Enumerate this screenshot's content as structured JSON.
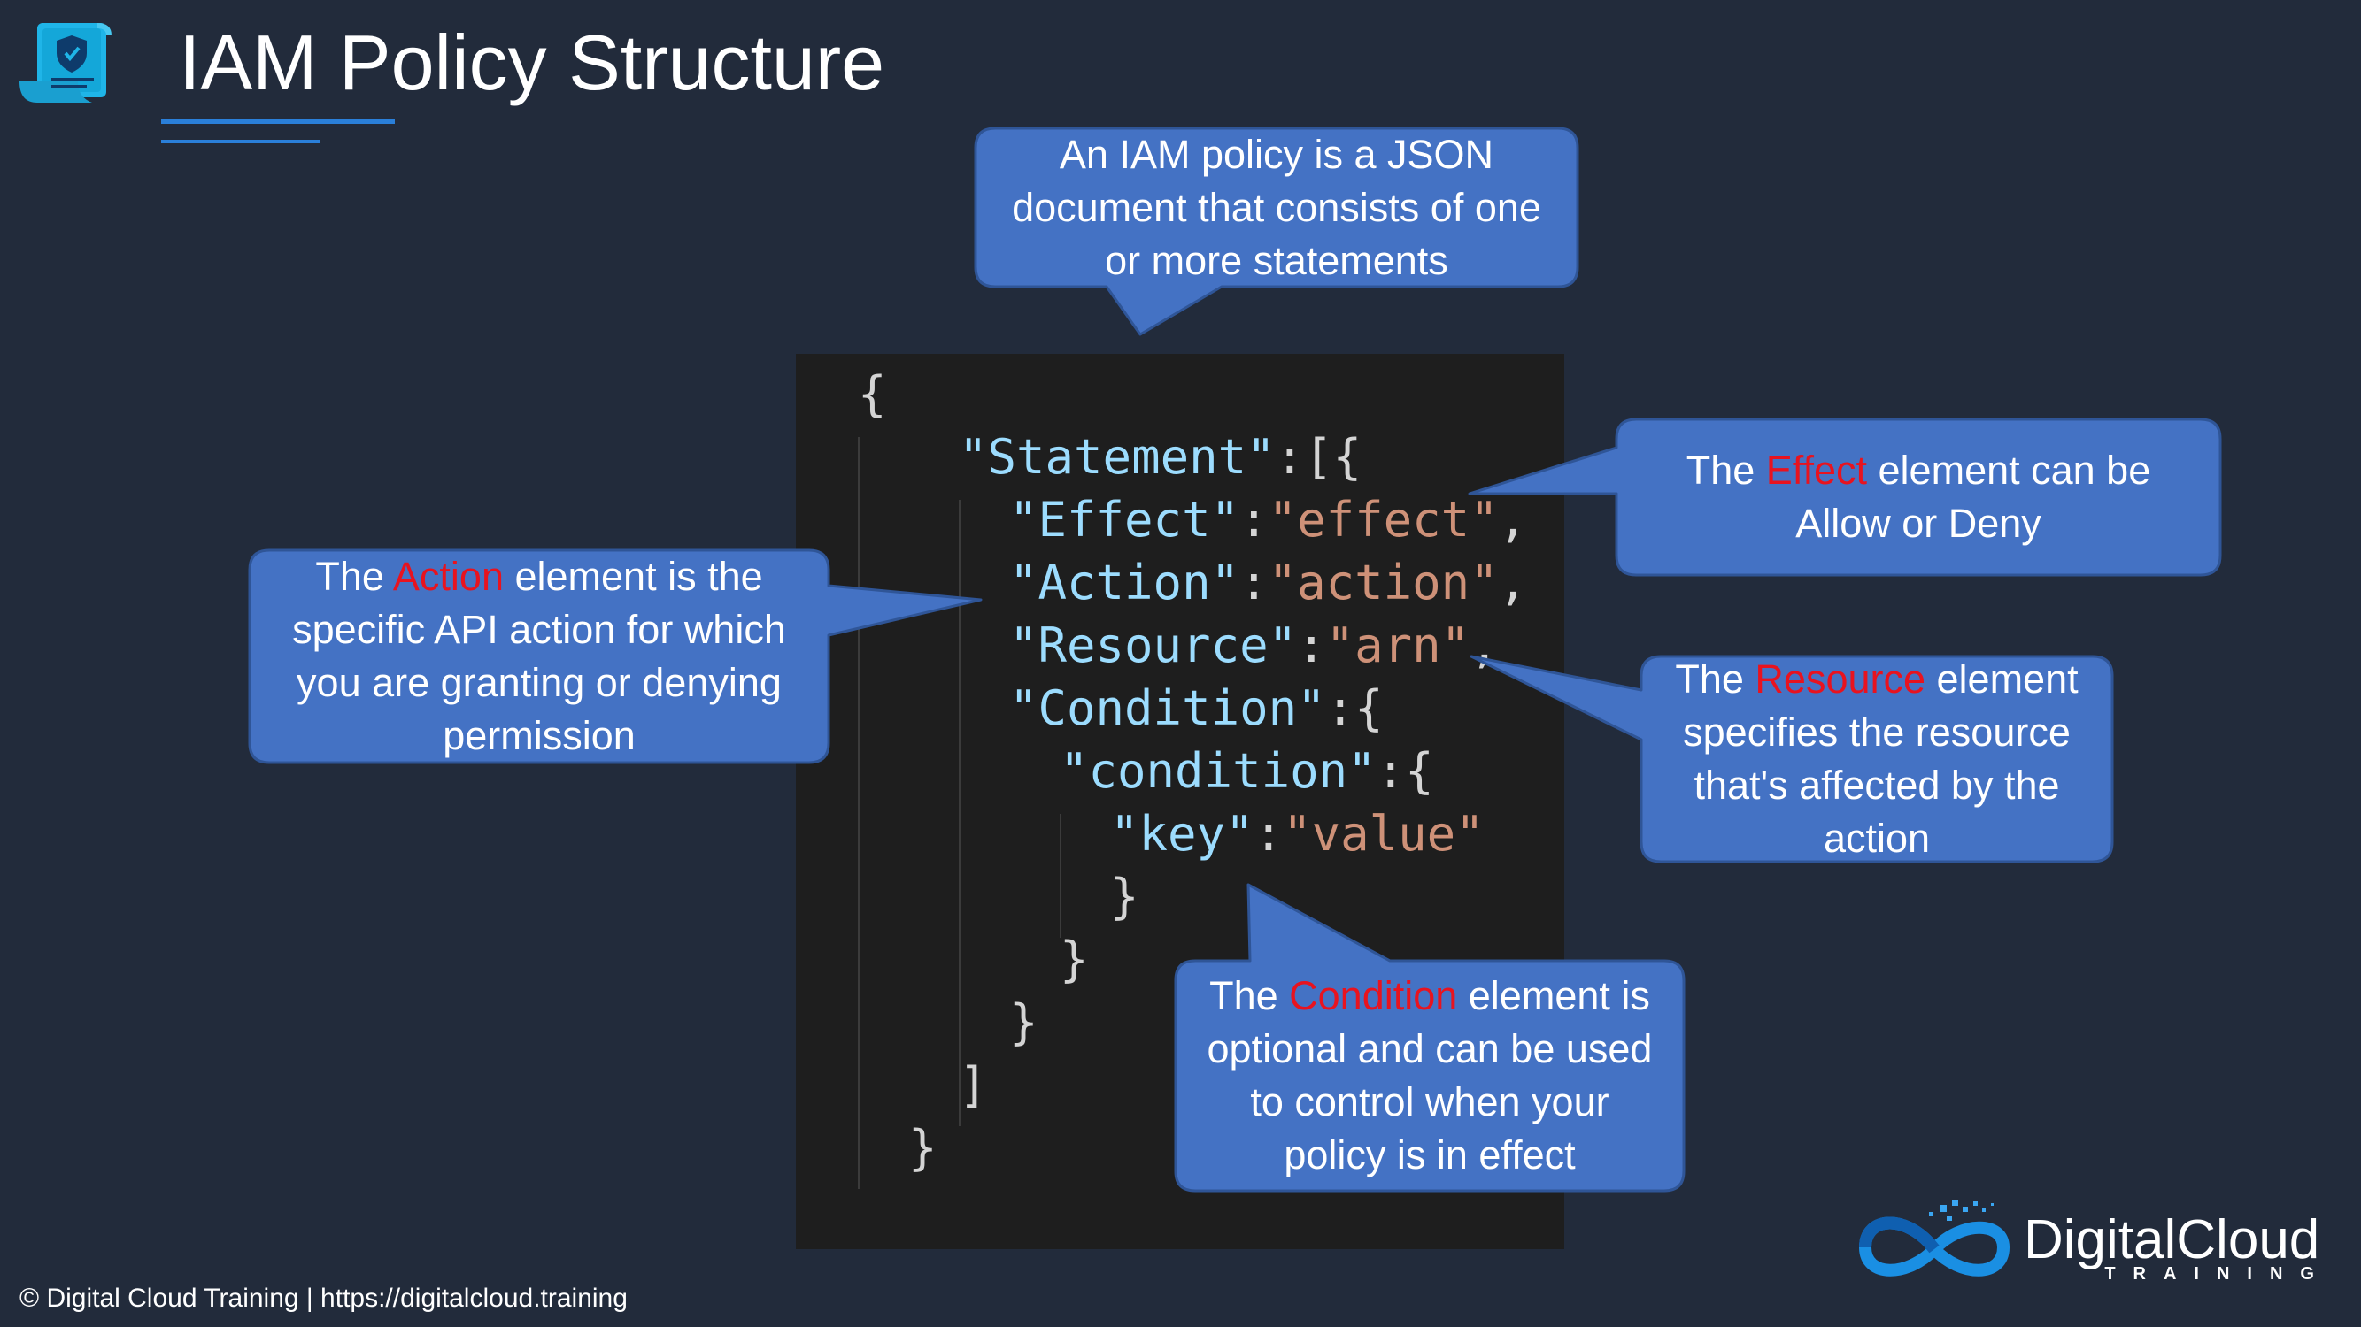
{
  "header": {
    "title": "IAM Policy Structure",
    "icon": "policy-scroll-shield-icon"
  },
  "code": {
    "lines": [
      {
        "indent": 0,
        "parts": [
          {
            "t": "p",
            "v": "{"
          }
        ]
      },
      {
        "indent": 2,
        "parts": [
          {
            "t": "k",
            "v": "\"Statement\""
          },
          {
            "t": "p",
            "v": ":[{"
          }
        ]
      },
      {
        "indent": 3,
        "parts": [
          {
            "t": "k",
            "v": "\"Effect\""
          },
          {
            "t": "p",
            "v": ":"
          },
          {
            "t": "s",
            "v": "\"effect\""
          },
          {
            "t": "p",
            "v": ","
          }
        ]
      },
      {
        "indent": 3,
        "parts": [
          {
            "t": "k",
            "v": "\"Action\""
          },
          {
            "t": "p",
            "v": ":"
          },
          {
            "t": "s",
            "v": "\"action\""
          },
          {
            "t": "p",
            "v": ","
          }
        ]
      },
      {
        "indent": 3,
        "parts": [
          {
            "t": "k",
            "v": "\"Resource\""
          },
          {
            "t": "p",
            "v": ":"
          },
          {
            "t": "s",
            "v": "\"arn\""
          },
          {
            "t": "p",
            "v": ","
          }
        ]
      },
      {
        "indent": 3,
        "parts": [
          {
            "t": "k",
            "v": "\"Condition\""
          },
          {
            "t": "p",
            "v": ":{"
          }
        ]
      },
      {
        "indent": 4,
        "parts": [
          {
            "t": "k",
            "v": "\"condition\""
          },
          {
            "t": "p",
            "v": ":{"
          }
        ]
      },
      {
        "indent": 5,
        "parts": [
          {
            "t": "k",
            "v": "\"key\""
          },
          {
            "t": "p",
            "v": ":"
          },
          {
            "t": "s",
            "v": "\"value\""
          }
        ]
      },
      {
        "indent": 5,
        "parts": [
          {
            "t": "p",
            "v": "}"
          }
        ]
      },
      {
        "indent": 4,
        "parts": [
          {
            "t": "p",
            "v": "}"
          }
        ]
      },
      {
        "indent": 3,
        "parts": [
          {
            "t": "p",
            "v": "}"
          }
        ]
      },
      {
        "indent": 2,
        "parts": [
          {
            "t": "p",
            "v": "]"
          }
        ]
      },
      {
        "indent": 1,
        "parts": [
          {
            "t": "p",
            "v": "}"
          }
        ]
      }
    ]
  },
  "callouts": {
    "top": {
      "lines": [
        [
          {
            "v": "An IAM policy is a JSON"
          }
        ],
        [
          {
            "v": "document that consists of one"
          }
        ],
        [
          {
            "v": "or more statements"
          }
        ]
      ]
    },
    "action": {
      "lines": [
        [
          {
            "v": "The "
          },
          {
            "v": "Action",
            "hl": true
          },
          {
            "v": " element is the"
          }
        ],
        [
          {
            "v": "specific API action for which"
          }
        ],
        [
          {
            "v": "you are granting or denying"
          }
        ],
        [
          {
            "v": "permission"
          }
        ]
      ]
    },
    "effect": {
      "lines": [
        [
          {
            "v": "The "
          },
          {
            "v": "Effect",
            "hl": true
          },
          {
            "v": " element can be"
          }
        ],
        [
          {
            "v": "Allow or Deny"
          }
        ]
      ]
    },
    "resource": {
      "lines": [
        [
          {
            "v": "The "
          },
          {
            "v": "Resource",
            "hl": true
          },
          {
            "v": " element"
          }
        ],
        [
          {
            "v": "specifies the resource"
          }
        ],
        [
          {
            "v": "that's affected by the"
          }
        ],
        [
          {
            "v": "action"
          }
        ]
      ]
    },
    "condition": {
      "lines": [
        [
          {
            "v": "The "
          },
          {
            "v": "Condition",
            "hl": true
          },
          {
            "v": " element is"
          }
        ],
        [
          {
            "v": "optional and can be used"
          }
        ],
        [
          {
            "v": "to control when your"
          }
        ],
        [
          {
            "v": "policy is in effect"
          }
        ]
      ]
    }
  },
  "footer": {
    "copyright": "© Digital Cloud Training  | https://digitalcloud.training",
    "brand_name": "DigitalCloud",
    "brand_sub": "TRAINING",
    "brand_icon": "digitalcloud-infinity-logo-icon"
  },
  "colors": {
    "background": "#222b3b",
    "callout_fill": "#4472c4",
    "callout_border": "#2f5597",
    "highlight": "#e8131f",
    "code_background": "#1e1e1e",
    "code_key": "#9cdcfe",
    "code_string": "#ce9178",
    "code_punct": "#d4d4d4",
    "accent": "#2a7fd9"
  }
}
